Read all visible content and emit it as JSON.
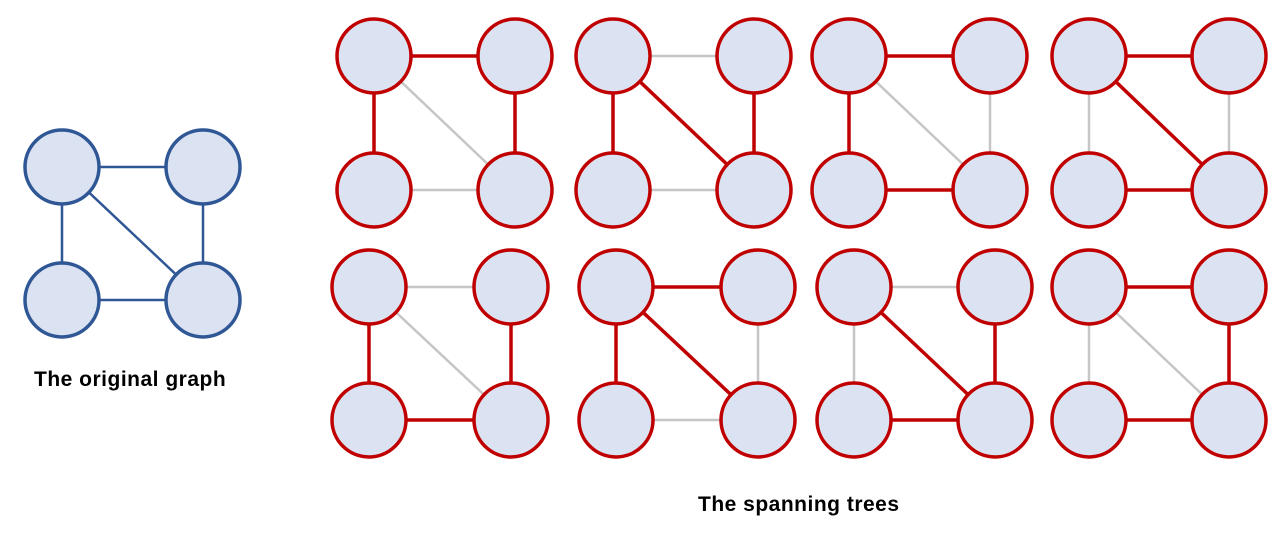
{
  "colors": {
    "node_fill": "#dbe3f2",
    "original_stroke": "#2f5795",
    "tree_stroke": "#c00000",
    "unused_edge": "#c6c6c6",
    "caption": "#000000"
  },
  "original_graph": {
    "caption": "The original graph",
    "nodes": [
      "top-left",
      "top-right",
      "bottom-left",
      "bottom-right"
    ],
    "edges": [
      [
        "top-left",
        "top-right"
      ],
      [
        "top-left",
        "bottom-left"
      ],
      [
        "top-right",
        "bottom-right"
      ],
      [
        "bottom-left",
        "bottom-right"
      ],
      [
        "top-left",
        "bottom-right"
      ]
    ]
  },
  "spanning_trees": {
    "caption": "The spanning trees",
    "trees": [
      {
        "tree_edges": [
          [
            "top-left",
            "top-right"
          ],
          [
            "top-left",
            "bottom-left"
          ],
          [
            "top-right",
            "bottom-right"
          ]
        ]
      },
      {
        "tree_edges": [
          [
            "top-left",
            "bottom-left"
          ],
          [
            "top-right",
            "bottom-right"
          ],
          [
            "top-left",
            "bottom-right"
          ]
        ]
      },
      {
        "tree_edges": [
          [
            "top-left",
            "top-right"
          ],
          [
            "top-left",
            "bottom-left"
          ],
          [
            "bottom-left",
            "bottom-right"
          ]
        ]
      },
      {
        "tree_edges": [
          [
            "top-left",
            "top-right"
          ],
          [
            "top-left",
            "bottom-right"
          ],
          [
            "bottom-left",
            "bottom-right"
          ]
        ]
      },
      {
        "tree_edges": [
          [
            "top-left",
            "bottom-left"
          ],
          [
            "top-right",
            "bottom-right"
          ],
          [
            "bottom-left",
            "bottom-right"
          ]
        ]
      },
      {
        "tree_edges": [
          [
            "top-left",
            "top-right"
          ],
          [
            "top-left",
            "bottom-left"
          ],
          [
            "top-left",
            "bottom-right"
          ]
        ]
      },
      {
        "tree_edges": [
          [
            "top-right",
            "bottom-right"
          ],
          [
            "top-left",
            "bottom-right"
          ],
          [
            "bottom-left",
            "bottom-right"
          ]
        ]
      },
      {
        "tree_edges": [
          [
            "top-left",
            "top-right"
          ],
          [
            "top-right",
            "bottom-right"
          ],
          [
            "bottom-left",
            "bottom-right"
          ]
        ]
      }
    ]
  }
}
